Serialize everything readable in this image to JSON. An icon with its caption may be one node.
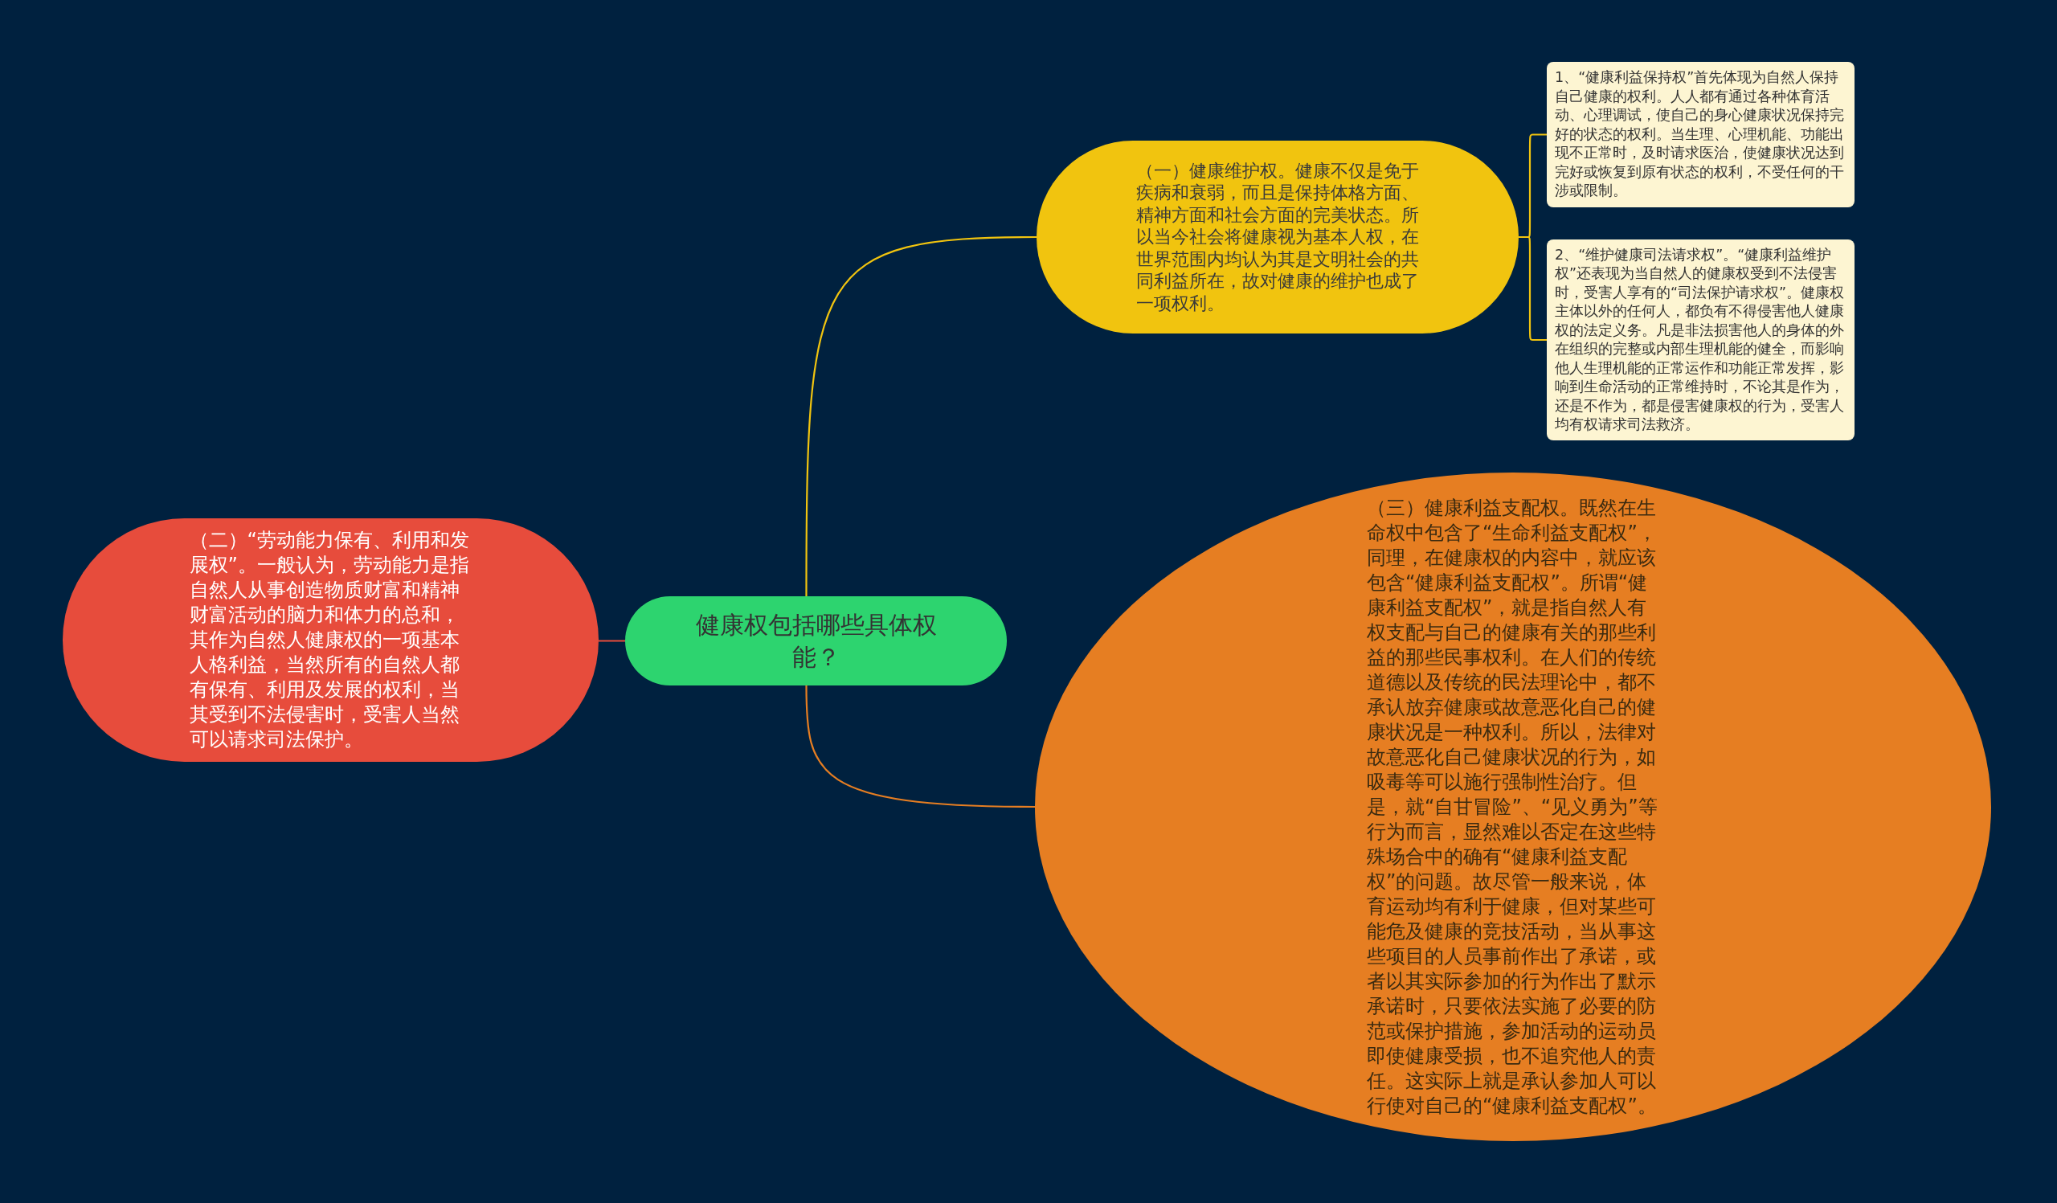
{
  "diagram": {
    "nodes": [
      {
        "text": [
          "健康权包括哪些具体权能？"
        ]
      },
      {
        "text": [
          "（一）健康维护权。健康不仅是免于疾病和衰弱，而且是保持体格方面、精神方面和社会方面的完美状态。所以当今社会将健康视为基本人权，在世界范围内均认为其是文明社会的共同利益所在，故对健康的维护也成了一项权利。"
        ]
      },
      {
        "text": [
          "1、“健康利益保持权”首先体现为自然人保持自己健康的权利。人人都有通过各种体育活动、心理调试，使自己的身心健康状况保持完好的状态的权利。当生理、心理机能、功能出现不正常时，及时请求医治，使健康状况达到完好或恢复到原有状态的权利，不受任何的干涉或限制。"
        ]
      },
      {
        "text": [
          "2、“维护健康司法请求权”。“健康利益维护权”还表现为当自然人的健康权受到不法侵害时，受害人享有的“司法保护请求权”。健康权主体以外的任何人，都负有不得侵害他人健康权的法定义务。凡是非法损害他人的身体的外在组织的完整或内部生理机能的健全，而影响他人生理机能的正常运作和功能正常发挥，影响到生命活动的正常维持时，不论其是作为，还是不作为，都是侵害健康权的行为，受害人均有权请求司法救济。"
        ]
      },
      {
        "text": [
          "（二）“劳动能力保有、利用和发展权”。一般认为，劳动能力是指自然人从事创造物质财富和精神财富活动的脑力和体力的总和，其作为自然人健康权的一项基本人格利益，当然所有的自然人都有保有、利用及发展的权利，当其受到不法侵害时，受害人当然可以请求司法保护。"
        ]
      },
      {
        "text": [
          "（三）健康利益支配权。既然在生命权中包含了“生命利益支配权”，同理，在健康权的内容中，就应该包含“健康利益支配权”。所谓“健康利益支配权”，就是指自然人有权支配与自己的健康有关的那些利益的那些民事权利。在人们的传统道德以及传统的民法理论中，都不承认放弃健康或故意恶化自己的健康状况是一种权利。所以，法律对故意恶化自己健康状况的行为，如吸毒等可以施行强制性治疗。但是，就“自甘冒险”、“见义勇为”等行为而言，显然难以否定在这些特殊场合中的确有“健康利益支配权”的问题。故尽管一般来说，体育运动均有利于健康，但对某些可能危及健康的竞技活动，当从事这些项目的人员事前作出了承诺，或者以其实际参加的行为作出了默示承诺时，只要依法实施了必要的防范或保护措施，参加活动的运动员即使健康受损，也不追究他人的责任。这实际上就是承认参加人可以行使对自己的“健康利益支配权”。"
        ]
      }
    ],
    "edges": [
      {
        "from": 0,
        "to": 1,
        "arrow": "none"
      },
      {
        "from": 1,
        "to": 2,
        "arrow": "none"
      },
      {
        "from": 1,
        "to": 3,
        "arrow": "none"
      },
      {
        "from": 0,
        "to": 4,
        "arrow": "none",
        "color": "#e74c3c"
      },
      {
        "from": 0,
        "to": 5,
        "arrow": "none",
        "color": "#e67e22"
      }
    ]
  }
}
